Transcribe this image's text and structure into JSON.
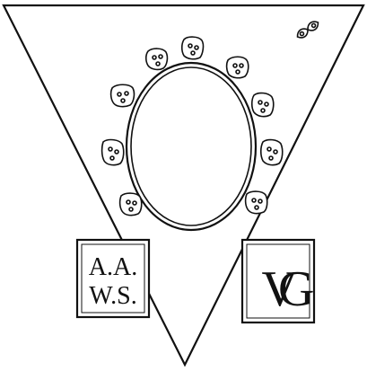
{
  "emblem": {
    "left_box": {
      "line1": "A.A.",
      "line2": "W.S."
    },
    "right_box": {
      "monogram_letters": "VG"
    },
    "colors": {
      "ink": "#111111",
      "paper": "#ffffff"
    },
    "icons": {
      "ring_ornaments": "carved-stone-ornament-icon",
      "corner_ornament": "twisted-knot-icon"
    }
  }
}
